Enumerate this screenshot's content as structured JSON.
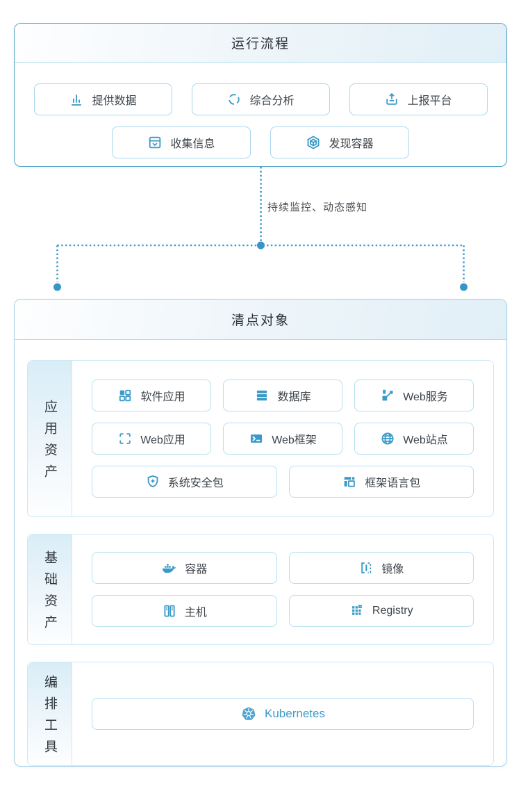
{
  "colors": {
    "accent_icon": "#3b9ac8",
    "panel_top_border": "#58a6c5",
    "panel_bottom_border": "#a9d3e7",
    "chip_border": "#a7d7ee",
    "group_border": "#cde9f4",
    "header_gradient_start": "#fefeff",
    "header_gradient_end": "#e1eff7",
    "connector_line": "#3f9dc9",
    "kubernetes_blue": "#4ba4d1",
    "kubernetes_text": "#3f9dca",
    "text_dark": "#3e444a"
  },
  "process_panel": {
    "title": "运行流程",
    "rows": [
      [
        {
          "icon": "bar-chart",
          "label": "提供数据"
        },
        {
          "icon": "analysis-ring",
          "label": "综合分析"
        },
        {
          "icon": "upload-tray",
          "label": "上报平台"
        }
      ],
      [
        {
          "icon": "collect-inbox",
          "label": "收集信息"
        },
        {
          "icon": "container-hexagon",
          "label": "发现容器"
        }
      ]
    ]
  },
  "connector": {
    "label": "持续监控、动态感知"
  },
  "inventory_panel": {
    "title": "清点对象",
    "groups": [
      {
        "label": "应用资产",
        "rows": [
          [
            {
              "icon": "app-grid",
              "label": "软件应用"
            },
            {
              "icon": "database-stack",
              "label": "数据库"
            },
            {
              "icon": "web-service-nodes",
              "label": "Web服务"
            }
          ],
          [
            {
              "icon": "corner-brackets",
              "label": "Web应用"
            },
            {
              "icon": "terminal-frame",
              "label": "Web框架"
            },
            {
              "icon": "globe",
              "label": "Web站点"
            }
          ],
          [
            {
              "icon": "shield-plus",
              "label": "系统安全包"
            },
            {
              "icon": "layout-blocks",
              "label": "框架语言包"
            }
          ]
        ]
      },
      {
        "label": "基础资产",
        "rows": [
          [
            {
              "icon": "docker-whale",
              "label": "容器"
            },
            {
              "icon": "image-brackets",
              "label": "镜像"
            }
          ],
          [
            {
              "icon": "host-servers",
              "label": "主机"
            },
            {
              "icon": "registry-blocks",
              "label": "Registry"
            }
          ]
        ]
      },
      {
        "label": "编排工具",
        "rows": [
          [
            {
              "icon": "kubernetes-wheel",
              "label": "Kubernetes"
            }
          ]
        ]
      }
    ]
  }
}
